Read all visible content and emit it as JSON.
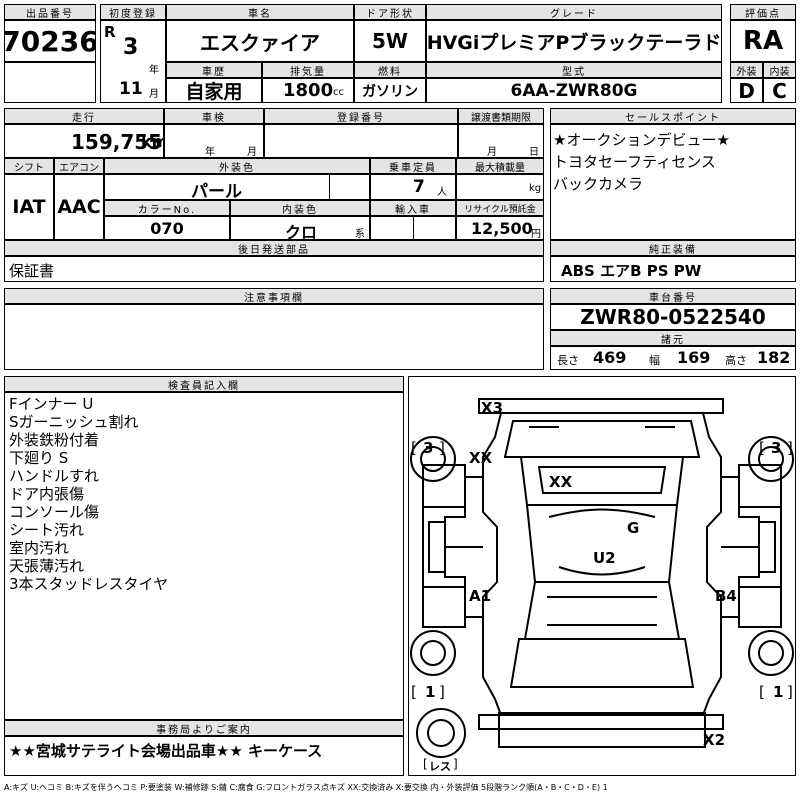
{
  "header": {
    "lot_label": "出品番号",
    "lot_number": "70236",
    "first_reg_label": "初度登録",
    "era": "R",
    "year": "3",
    "year_unit": "年",
    "month": "11",
    "month_unit": "月",
    "car_name_label": "車名",
    "car_name": "エスクァイア",
    "door_label": "ドア形状",
    "door": "5W",
    "grade_label": "グレード",
    "grade": "HVGiプレミアPブラックテーラド",
    "score_label": "評価点",
    "score": "RA",
    "history_label": "車歴",
    "history": "自家用",
    "displacement_label": "排気量",
    "displacement": "1800",
    "displacement_unit": "cc",
    "fuel_label": "燃料",
    "fuel": "ガソリン",
    "model_label": "型式",
    "model": "6AA-ZWR80G",
    "exterior_label": "外装",
    "exterior_score": "D",
    "interior_label": "内装",
    "interior_score": "C"
  },
  "specs": {
    "mileage_label": "走行",
    "mileage": "159,755",
    "mileage_unit": "km",
    "inspection_label": "車検",
    "inspection_year_unit": "年",
    "inspection_month_unit": "月",
    "reg_number_label": "登録番号",
    "transfer_label": "譲渡書類期限",
    "transfer_month_unit": "月",
    "transfer_day_unit": "日",
    "shift_label": "シフト",
    "shift": "IAT",
    "ac_label": "エアコン",
    "ac": "AAC",
    "color_label": "外装色",
    "color": "パール",
    "capacity_label": "乗車定員",
    "capacity": "7",
    "capacity_unit": "人",
    "max_load_label": "最大積載量",
    "max_load_unit": "kg",
    "color_no_label": "カラーNo.",
    "color_no": "070",
    "interior_color_label": "内装色",
    "interior_color": "クロ",
    "interior_color_unit": "系",
    "import_label": "輸入車",
    "recycle_label": "リサイクル預託金",
    "recycle": "12,500",
    "recycle_unit": "円"
  },
  "sales": {
    "label": "セールスポイント",
    "lines": [
      "★オークションデビュー★",
      "トヨタセーフティセンス",
      "バックカメラ"
    ]
  },
  "later_parts": {
    "label": "後日発送部品",
    "value": "保証書"
  },
  "equipment": {
    "label": "純正装備",
    "value": "ABS エアB PS PW"
  },
  "notes": {
    "label": "注意事項欄"
  },
  "chassis": {
    "label": "車台番号",
    "value": "ZWR80-0522540",
    "dims_label": "諸元",
    "length_label": "長さ",
    "length": "469",
    "width_label": "幅",
    "width": "169",
    "height_label": "高さ",
    "height": "182"
  },
  "inspector": {
    "label": "検査員記入欄",
    "lines": [
      "Fインナー U",
      "Sガーニッシュ割れ",
      "外装鉄粉付着",
      "下廻り S",
      "ハンドルすれ",
      "ドア内張傷",
      "コンソール傷",
      "シート汚れ",
      "室内汚れ",
      "天張薄汚れ",
      "3本スタッドレスタイヤ"
    ]
  },
  "office": {
    "label": "事務局よりご案内",
    "value": "★★宮城サテライト会場出品車★★ キーケース"
  },
  "diagram": {
    "damage": {
      "front": "X3",
      "front_left": "XX",
      "hood": "XX",
      "windshield": "G",
      "roof": "U2",
      "left_side": "A1",
      "right_side": "B4",
      "rear": "X2"
    },
    "tread": {
      "front_left": "3",
      "front_right": "3",
      "rear_left": "1",
      "rear_right": "1",
      "spare": "レス"
    }
  },
  "legend": "A:キズ U:ヘコミ B:キズを伴うヘコミ P:要塗装 W:補修跡 S:錆 C:腐食 G:フロントガラス点キズ XX:交換済み X:要交換 内・外装評価 5段階ランク順(A・B・C・D・E) 1"
}
